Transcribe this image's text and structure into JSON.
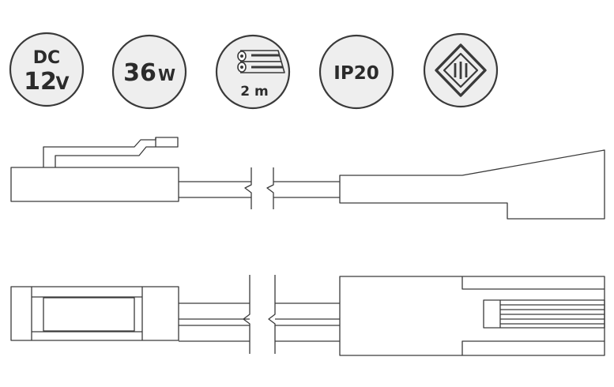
{
  "badges": {
    "voltage": {
      "line1": "DC",
      "line2": "12",
      "unit": "V"
    },
    "power": {
      "value": "36",
      "unit": "W"
    },
    "cable": {
      "length": "2 m",
      "icon": "two-core-cable-icon"
    },
    "ip_rating": {
      "label": "IP20"
    },
    "protection_class": {
      "icon": "protection-class-iii-icon"
    }
  },
  "colors": {
    "stroke": "#3a3a3a",
    "badge_fill": "#eeeeee",
    "text": "#2b2b2b"
  }
}
